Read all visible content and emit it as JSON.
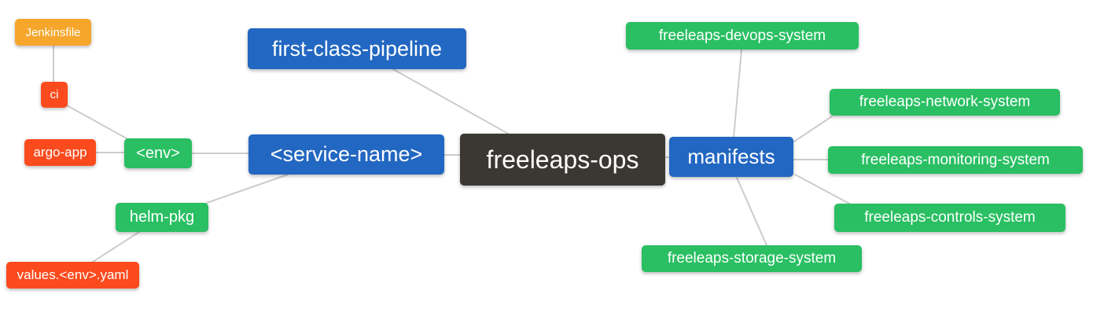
{
  "colors": {
    "blue": "#2267c1",
    "green": "#29bf62",
    "red": "#fb4b1e",
    "amber": "#f6a62b",
    "dark": "#3b3733",
    "edge": "#cccccc",
    "text": "#ffffff",
    "background": "#ffffff"
  },
  "nodes": {
    "freeleaps_ops": {
      "label": "freeleaps-ops",
      "color": "dark"
    },
    "first_class_pipeline": {
      "label": "first-class-pipeline",
      "color": "blue"
    },
    "service_name": {
      "label": "<service-name>",
      "color": "blue"
    },
    "manifests": {
      "label": "manifests",
      "color": "blue"
    },
    "env": {
      "label": "<env>",
      "color": "green"
    },
    "helm_pkg": {
      "label": "helm-pkg",
      "color": "green"
    },
    "ci": {
      "label": "ci",
      "color": "red"
    },
    "argo_app": {
      "label": "argo-app",
      "color": "red"
    },
    "values_env_yaml": {
      "label": "values.<env>.yaml",
      "color": "red"
    },
    "jenkinsfile": {
      "label": "Jenkinsfile",
      "color": "amber"
    },
    "devops_system": {
      "label": "freeleaps-devops-system",
      "color": "green"
    },
    "network_system": {
      "label": "freeleaps-network-system",
      "color": "green"
    },
    "monitoring_system": {
      "label": "freeleaps-monitoring-system",
      "color": "green"
    },
    "controls_system": {
      "label": "freeleaps-controls-system",
      "color": "green"
    },
    "storage_system": {
      "label": "freeleaps-storage-system",
      "color": "green"
    }
  },
  "edges": [
    {
      "from": "jenkinsfile",
      "to": "ci"
    },
    {
      "from": "ci",
      "to": "env"
    },
    {
      "from": "argo_app",
      "to": "env"
    },
    {
      "from": "env",
      "to": "service_name"
    },
    {
      "from": "helm_pkg",
      "to": "service_name"
    },
    {
      "from": "values_env_yaml",
      "to": "helm_pkg"
    },
    {
      "from": "first_class_pipeline",
      "to": "freeleaps_ops"
    },
    {
      "from": "service_name",
      "to": "freeleaps_ops"
    },
    {
      "from": "freeleaps_ops",
      "to": "manifests"
    },
    {
      "from": "manifests",
      "to": "devops_system"
    },
    {
      "from": "manifests",
      "to": "network_system"
    },
    {
      "from": "manifests",
      "to": "monitoring_system"
    },
    {
      "from": "manifests",
      "to": "controls_system"
    },
    {
      "from": "manifests",
      "to": "storage_system"
    }
  ]
}
